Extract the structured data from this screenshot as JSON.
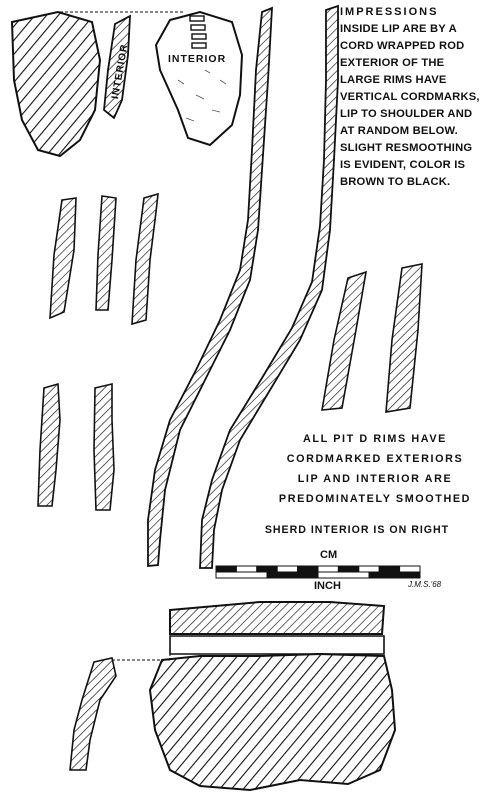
{
  "notes": {
    "impressions_lines": [
      "IMPRESSIONS",
      "INSIDE LIP ARE BY A",
      "CORD WRAPPED ROD",
      "EXTERIOR OF THE",
      "LARGE RIMS HAVE",
      "VERTICAL CORDMARKS,",
      "LIP TO SHOULDER AND",
      "AT RANDOM BELOW.",
      "SLIGHT RESMOOTHING",
      "IS EVIDENT, COLOR IS",
      "BROWN TO BLACK."
    ],
    "rims_lines": [
      "ALL PIT D RIMS HAVE",
      "CORDMARKED EXTERIORS",
      "LIP AND INTERIOR ARE",
      "PREDOMINATELY SMOOTHED"
    ],
    "sherd_line": "SHERD INTERIOR IS ON RIGHT"
  },
  "labels": {
    "interior_rotated": "INTERIOR",
    "interior": "INTERIOR",
    "cm": "CM",
    "inch": "INCH",
    "initials": "J.M.S.'68"
  },
  "scale_bar": {
    "cm_segments": 10,
    "inch_segments": 4
  },
  "colors": {
    "ink": "#111111",
    "paper": "#ffffff"
  }
}
